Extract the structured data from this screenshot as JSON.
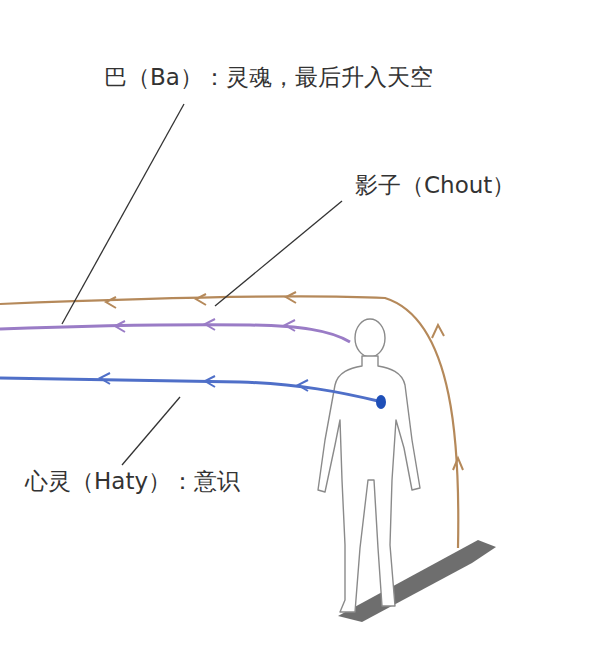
{
  "diagram": {
    "labels": [
      "巴（Ba）：灵魂，最后升入天空",
      "影子（Chout）",
      "心灵（Haty）：意识"
    ]
  }
}
